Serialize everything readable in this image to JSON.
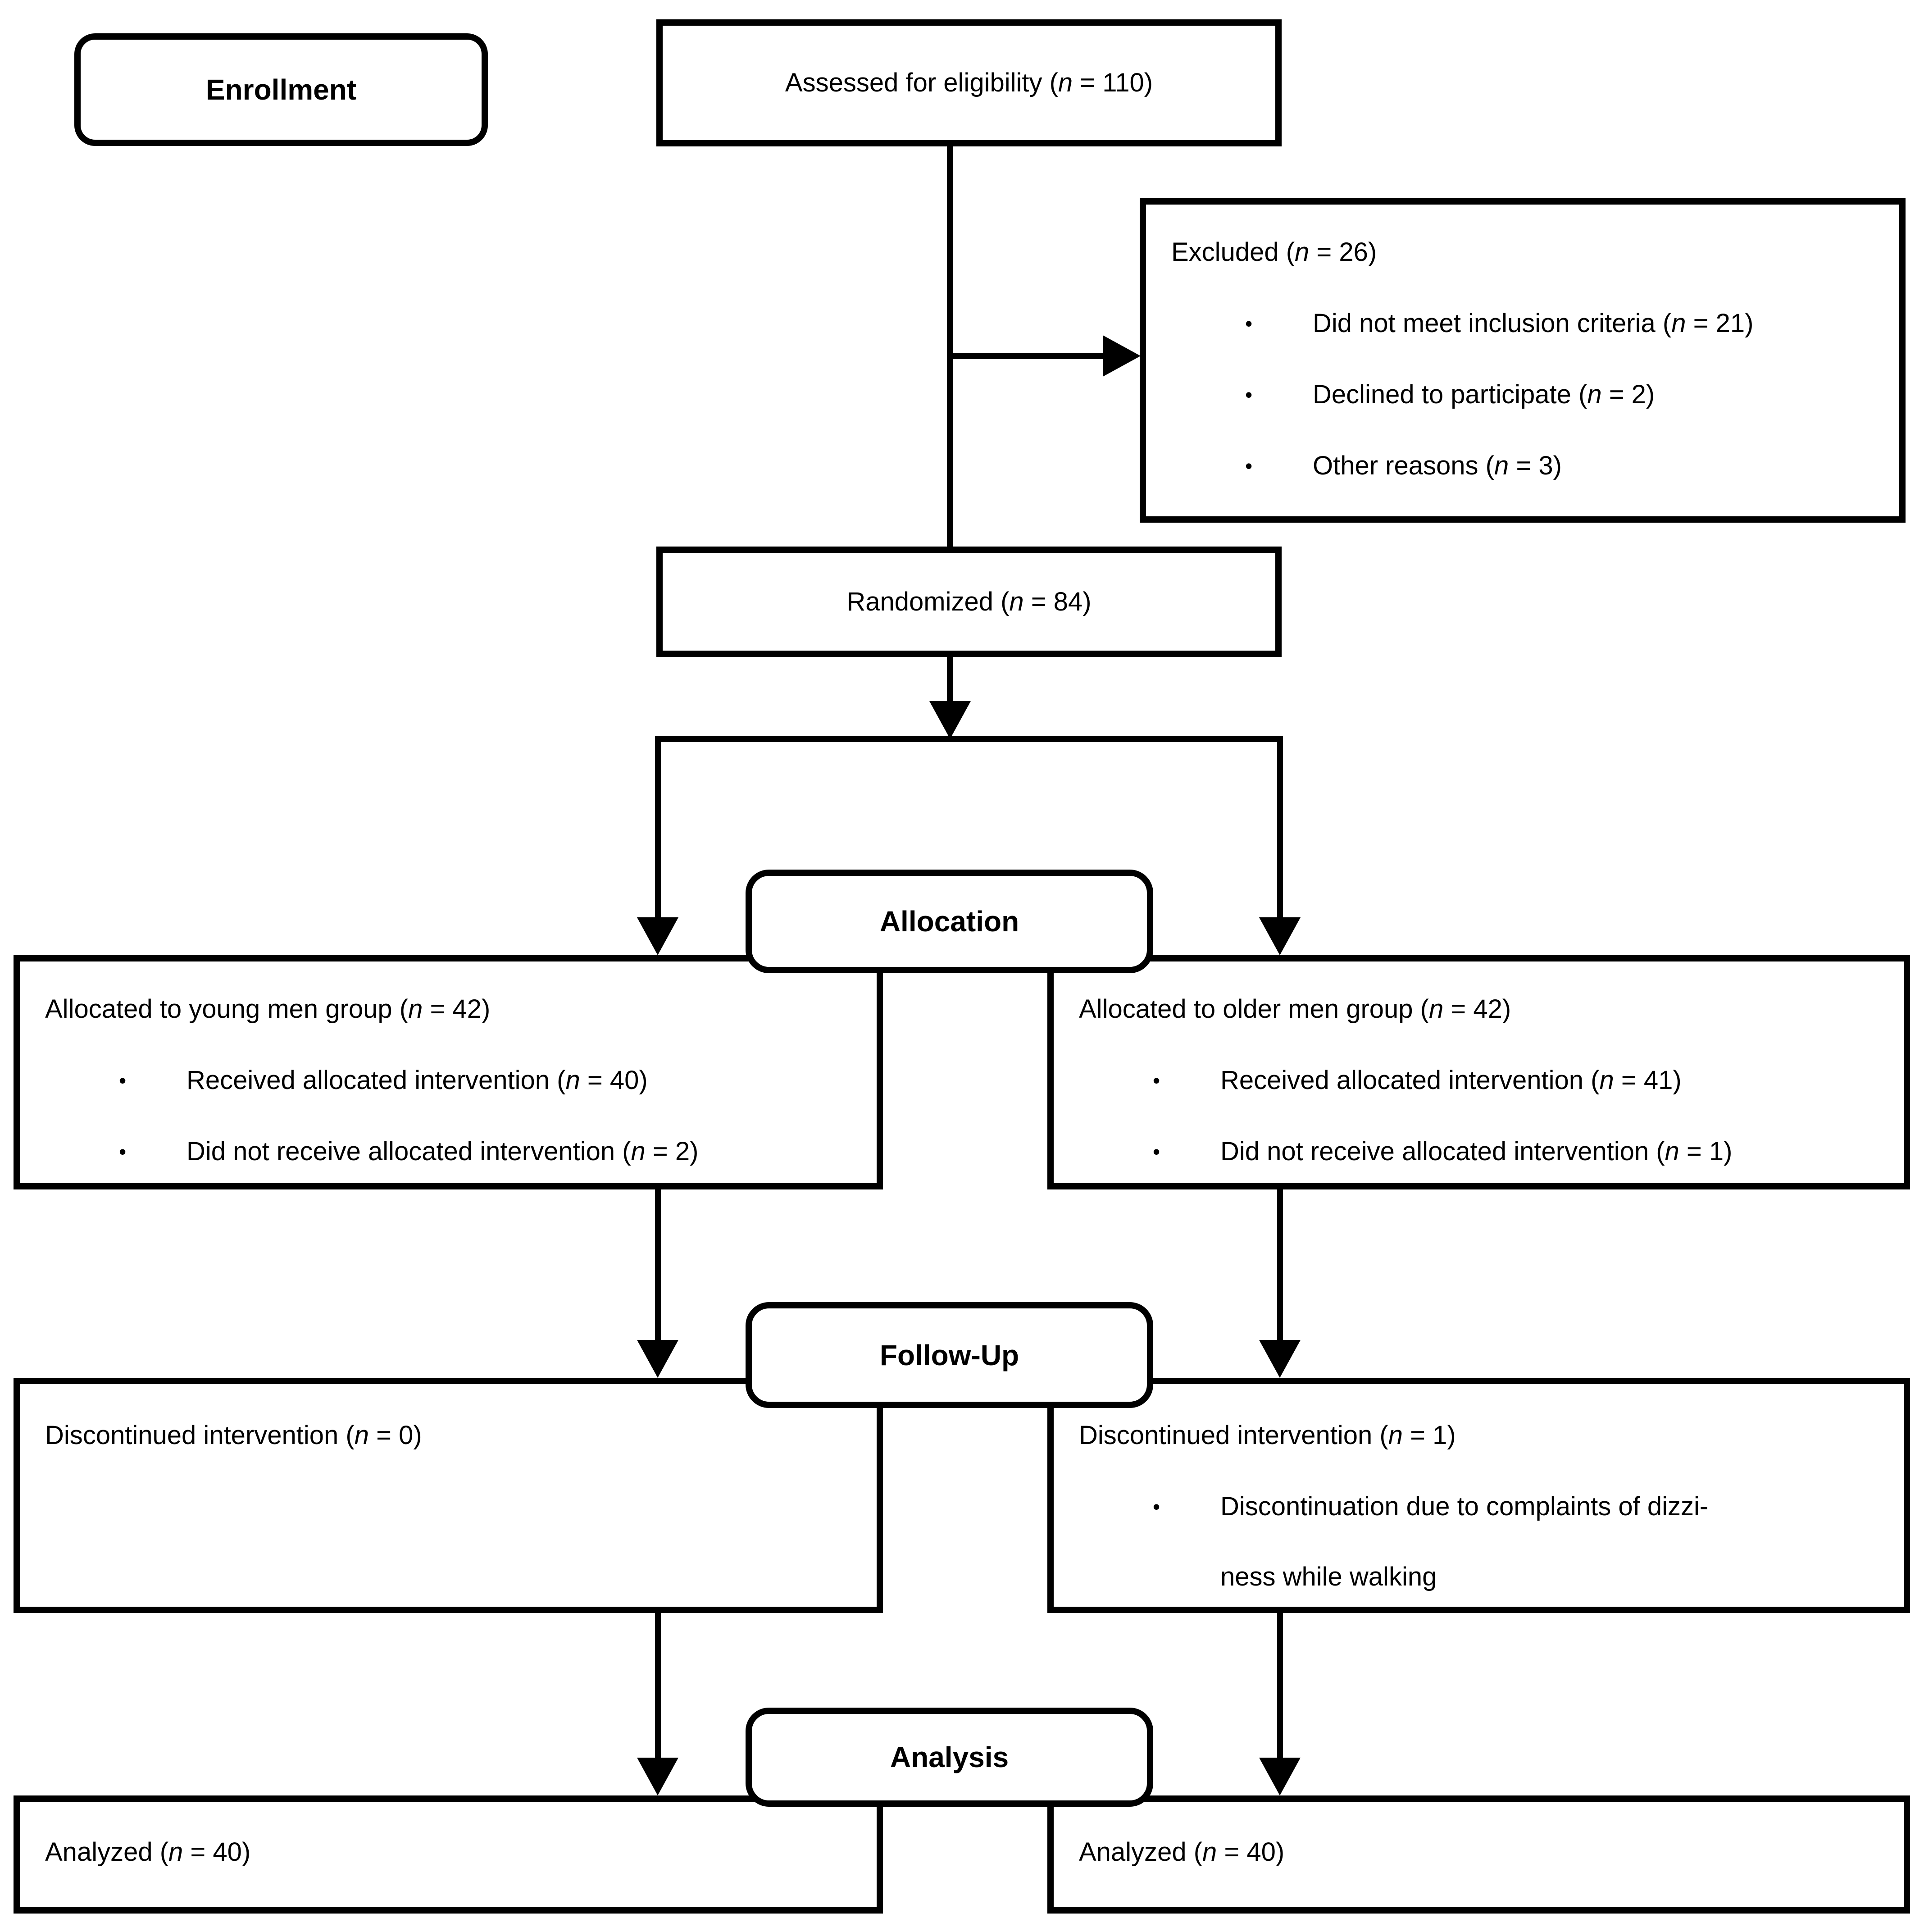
{
  "figure": {
    "type": "CONSORT participant flow diagram",
    "background_color": "#ffffff",
    "stroke_color": "#000000"
  },
  "glyphs": {
    "bullet": "•"
  },
  "stage_labels": {
    "enrollment": "Enrollment",
    "allocation": "Allocation",
    "followup": "Follow-Up",
    "analysis": "Analysis"
  },
  "boxes": {
    "assessed": {
      "title": {
        "pre": "Assessed for eligibility (",
        "var": "n",
        "post": " = 110)"
      }
    },
    "excluded": {
      "title": {
        "pre": "Excluded (",
        "var": "n",
        "post": " = 26)"
      },
      "bullets": [
        {
          "pre": "Did not meet inclusion criteria (",
          "var": "n",
          "post": " = 21)"
        },
        {
          "pre": "Declined to participate (",
          "var": "n",
          "post": " = 2)"
        },
        {
          "pre": "Other reasons (",
          "var": "n",
          "post": " = 3)"
        }
      ]
    },
    "randomized": {
      "title": {
        "pre": "Randomized (",
        "var": "n",
        "post": " = 84)"
      }
    },
    "alloc_left": {
      "title": {
        "pre": "Allocated to young men group (",
        "var": "n",
        "post": " = 42)"
      },
      "bullets": [
        {
          "pre": "Received allocated intervention (",
          "var": "n",
          "post": " = 40)"
        },
        {
          "pre": "Did not receive allocated intervention (",
          "var": "n",
          "post": " = 2)"
        }
      ]
    },
    "alloc_right": {
      "title": {
        "pre": "Allocated to older men group (",
        "var": "n",
        "post": " = 42)"
      },
      "bullets": [
        {
          "pre": "Received allocated intervention (",
          "var": "n",
          "post": " = 41)"
        },
        {
          "pre": "Did not receive allocated intervention (",
          "var": "n",
          "post": " = 1)"
        }
      ]
    },
    "followup_left": {
      "title": {
        "pre": "Discontinued intervention (",
        "var": "n",
        "post": " = 0)"
      }
    },
    "followup_right": {
      "title": {
        "pre": "Discontinued intervention (",
        "var": "n",
        "post": " = 1)"
      },
      "bullets": [
        {
          "pre": "Discontinuation due to complaints of dizzi-",
          "var": "",
          "post": "",
          "line2": "ness while walking"
        }
      ]
    },
    "analyzed_left": {
      "title": {
        "pre": "Analyzed (",
        "var": "n",
        "post": " = 40)"
      }
    },
    "analyzed_right": {
      "title": {
        "pre": "Analyzed (",
        "var": "n",
        "post": " = 40)"
      }
    }
  }
}
